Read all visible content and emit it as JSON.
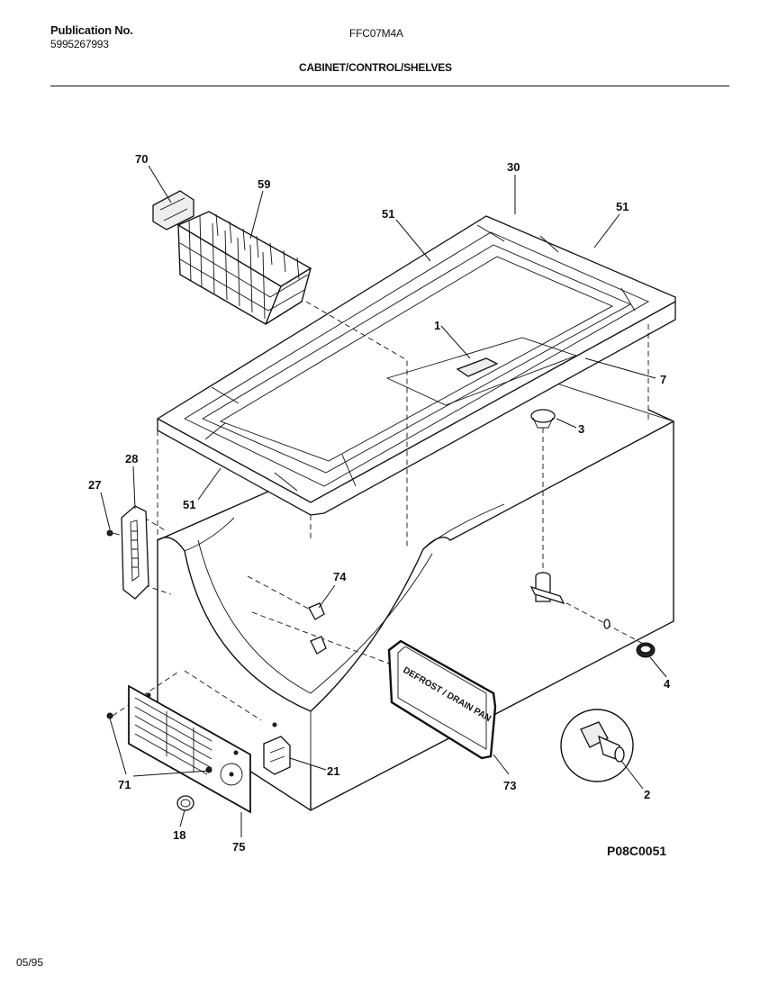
{
  "header": {
    "publication_label": "Publication No.",
    "publication_number": "5995267993",
    "model": "FFC07M4A",
    "section_title": "CABINET/CONTROL/SHELVES"
  },
  "diagram": {
    "drawing_code": "P08C0051",
    "drain_pan_text": "DEFROST / DRAIN PAN",
    "callouts": {
      "c70": "70",
      "c59": "59",
      "c30": "30",
      "c51a": "51",
      "c51b": "51",
      "c51c": "51",
      "c1": "1",
      "c7": "7",
      "c3": "3",
      "c28": "28",
      "c27": "27",
      "c74": "74",
      "c4": "4",
      "c73": "73",
      "c2": "2",
      "c21": "21",
      "c71": "71",
      "c18": "18",
      "c75": "75"
    }
  },
  "footer": {
    "date": "05/95"
  }
}
